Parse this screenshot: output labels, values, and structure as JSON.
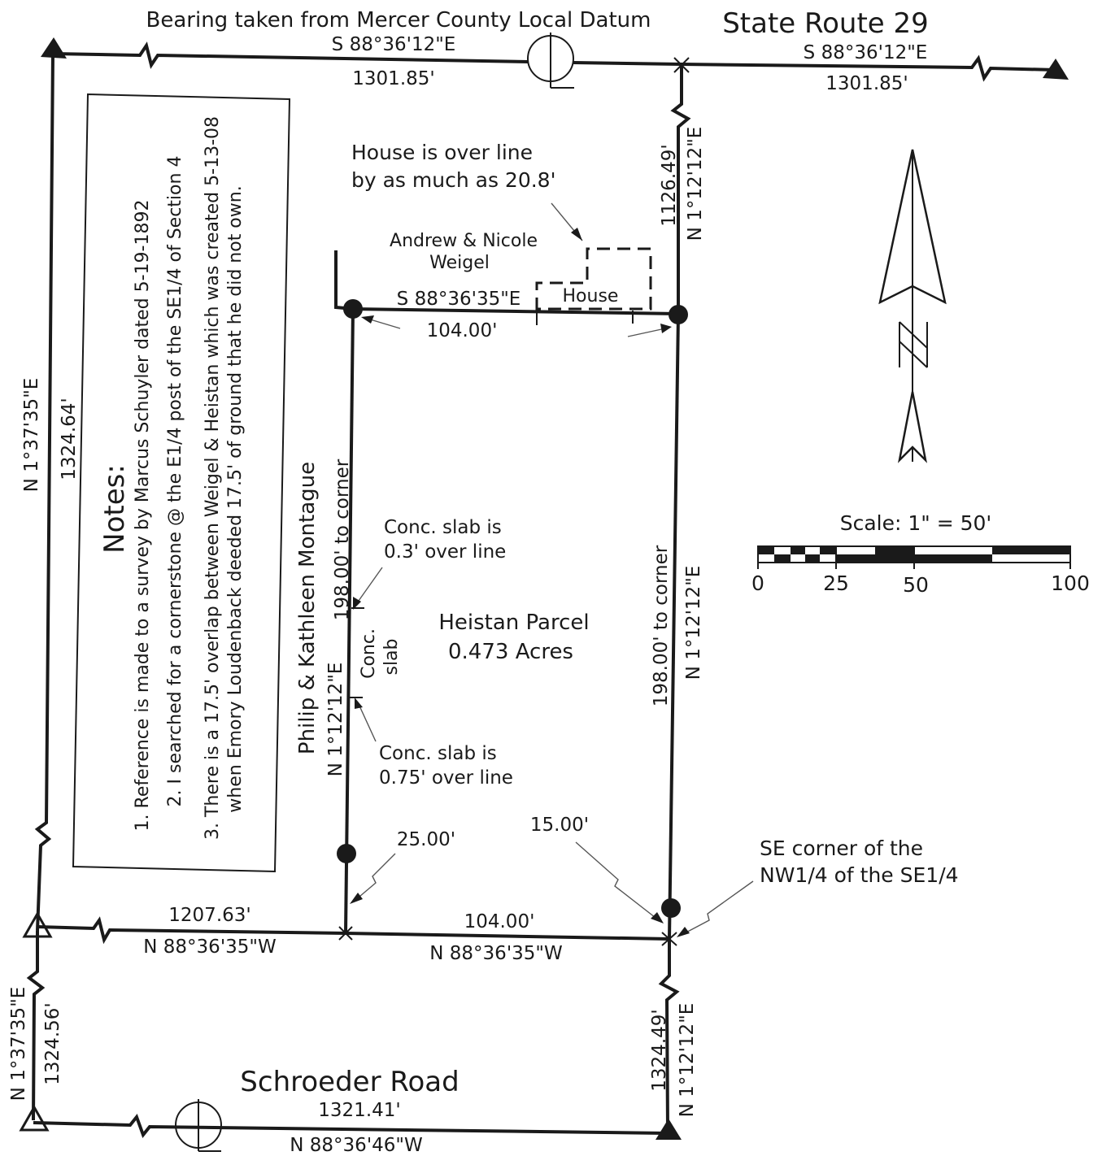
{
  "header": {
    "bearing_note": "Bearing taken from Mercer County Local Datum",
    "road_north": "State Route 29",
    "road_south": "Schroeder Road"
  },
  "lines": {
    "north_left_bearing": "S 88°36'12\"E",
    "north_left_distance": "1301.85'",
    "north_right_bearing": "S 88°36'12\"E",
    "north_right_distance": "1301.85'",
    "west_bearing": "N 1°37'35\"E",
    "west_distance": "1324.64'",
    "west_lower_bearing": "N 1°37'35\"E",
    "west_lower_distance": "1324.56'",
    "east_upper_distance": "1126.49'",
    "east_upper_bearing": "N 1°12'12\"E",
    "east_lower_distance": "1324.49'",
    "east_lower_bearing": "N 1°12'12\"E",
    "mid_left_distance": "1207.63'",
    "mid_left_bearing": "N 88°36'35\"W",
    "mid_right_distance": "104.00'",
    "mid_right_bearing": "N 88°36'35\"W",
    "south_distance": "1321.41'",
    "south_bearing": "N 88°36'46\"W",
    "parcel_north_bearing": "S 88°36'35\"E",
    "parcel_north_distance": "104.00'",
    "parcel_west_bearing": "N 1°12'12\"E",
    "parcel_west_distance": "198.00' to corner",
    "parcel_east_distance": "198.00' to corner",
    "parcel_east_bearing": "N 1°12'12\"E",
    "tie_25": "25.00'",
    "tie_15": "15.00'"
  },
  "labels": {
    "house_note_1": "House is over line",
    "house_note_2": "by as much as 20.8'",
    "owner_north_1": "Andrew & Nicole",
    "owner_north_2": "Weigel",
    "house": "House",
    "owner_west": "Philip & Kathleen Montague",
    "slab_note_a1": "Conc. slab is",
    "slab_note_a2": "0.3' over line",
    "slab_note_b1": "Conc. slab is",
    "slab_note_b2": "0.75' over line",
    "slab_1": "Conc.",
    "slab_2": "slab",
    "parcel_name": "Heistan Parcel",
    "parcel_area": "0.473 Acres",
    "se_corner_1": "SE corner of the",
    "se_corner_2": "NW1/4 of the SE1/4"
  },
  "notes": {
    "title": "Notes:",
    "items": [
      "1. Reference is made to a survey by Marcus Schuyler dated 5-19-1892",
      "2. I searched for a cornerstone @ the E1/4 post of the SE1/4 of Section 4",
      "3. There is a 17.5' overlap between Weigel & Heistan which was created 5-13-08",
      "when Emory Loudenback deeded 17.5' of ground that he did not own."
    ]
  },
  "scale": {
    "title": "Scale: 1\" = 50'",
    "ticks": [
      "0",
      "25",
      "50",
      "100"
    ]
  }
}
